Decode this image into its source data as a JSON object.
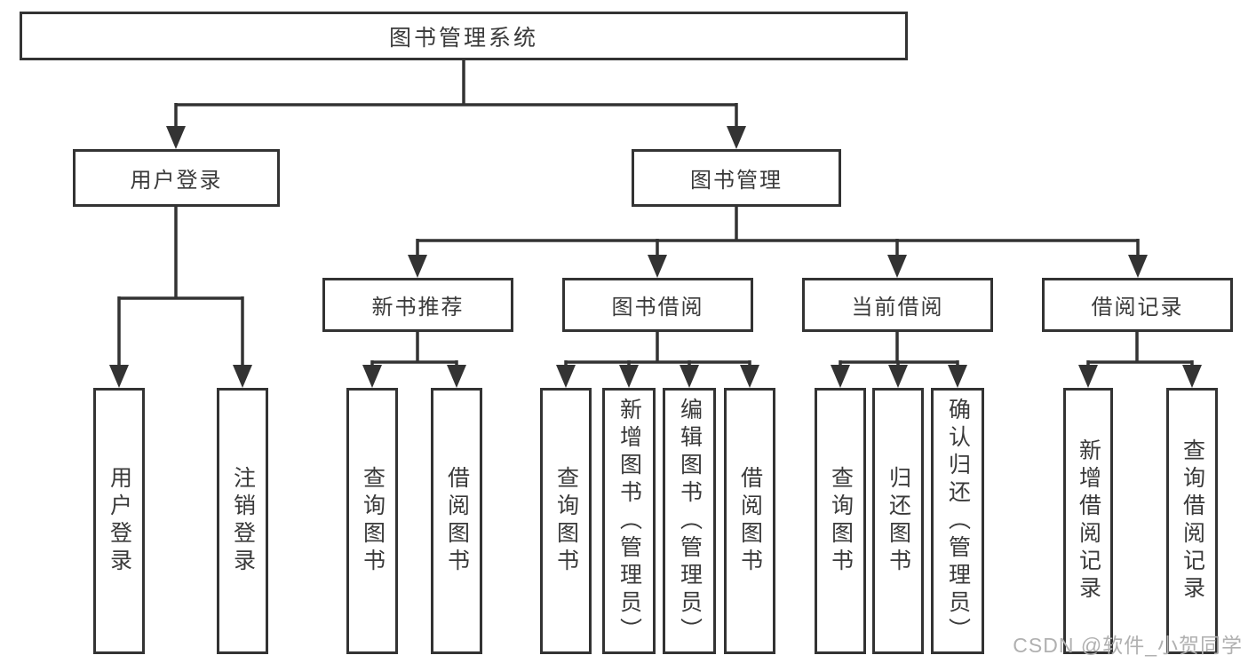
{
  "colors": {
    "line": "#333333",
    "box_border": "#333333",
    "text": "#3a3a3a",
    "background": "#ffffff",
    "watermark": "#b0b0b0"
  },
  "watermark": {
    "text": "CSDN @软件_小贺同学"
  },
  "diagram": {
    "root": {
      "label": "图书管理系统"
    },
    "branches": [
      {
        "label": "用户登录",
        "children": [
          {
            "label": "用户登录"
          },
          {
            "label": "注销登录"
          }
        ]
      },
      {
        "label": "图书管理",
        "children": [
          {
            "label": "新书推荐",
            "children": [
              {
                "label": "查询图书"
              },
              {
                "label": "借阅图书"
              }
            ]
          },
          {
            "label": "图书借阅",
            "children": [
              {
                "label": "查询图书"
              },
              {
                "label": "新增图书（管理员）"
              },
              {
                "label": "编辑图书（管理员）"
              },
              {
                "label": "借阅图书"
              }
            ]
          },
          {
            "label": "当前借阅",
            "children": [
              {
                "label": "查询图书"
              },
              {
                "label": "归还图书"
              },
              {
                "label": "确认归还（管理员）"
              }
            ]
          },
          {
            "label": "借阅记录",
            "children": [
              {
                "label": "新增借阅记录"
              },
              {
                "label": "查询借阅记录"
              }
            ]
          }
        ]
      }
    ]
  }
}
